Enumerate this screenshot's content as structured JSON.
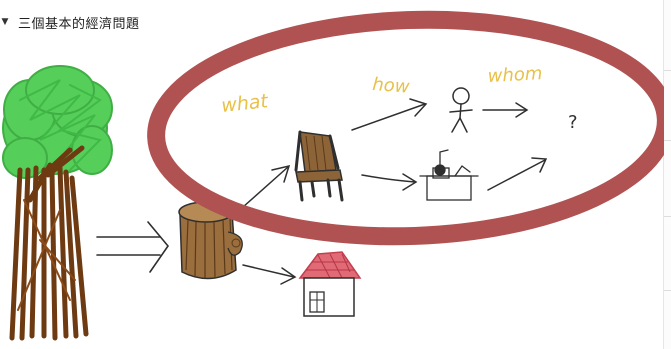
{
  "section": {
    "caret": "▼",
    "title": "三個基本的經濟問題"
  },
  "illustration": {
    "words": {
      "what": "what",
      "how": "how",
      "whom": "whom",
      "question": "?"
    },
    "colors": {
      "ellipse_stroke": "#b05252",
      "handwriting": "#e8c14a",
      "ink": "#2f2f2f",
      "leaves": "#56cf5a",
      "trunk": "#6e3a12",
      "wood": "#8c6438",
      "roof": "#e06a76"
    }
  }
}
